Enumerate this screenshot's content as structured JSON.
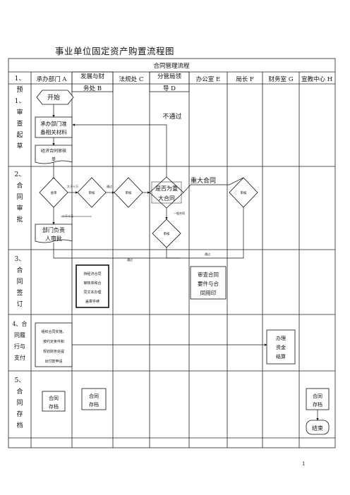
{
  "document": {
    "title": "事业单位固定资产购置流程图",
    "page_number": "1"
  },
  "table": {
    "header": "合同管理流程",
    "columns": [
      "承办部门 A",
      "发展与财务处 B",
      "法规处 C",
      "分管局领导 D",
      "办公室 E",
      "局长 F",
      "财务室 G",
      "宣教中心 H"
    ],
    "phases": [
      "1、预1、审查起草",
      "2、合同审批",
      "3、合同签订",
      "4、合同履行与支付",
      "5、合同存档"
    ]
  },
  "nodes": {
    "start": "开始",
    "prepare": "承办部门准备相关材料",
    "form": "经济合同审核单",
    "d_a": "会审",
    "d_b": "审核",
    "d_c": "审核",
    "d_major": "是否为重大合同",
    "d_f": "审核",
    "d_low": "审核",
    "head_review": "部门负责人审批",
    "sign_b": "持经济合同审核单和合同文本办理盖章手续",
    "sign_e": "审查合同要件与合同用印",
    "perform_a": "组织合同实施，按约定条件和规划财务处提出付款申请",
    "pay_g": "办理资金结算",
    "arch_a": "合同存档",
    "arch_b": "合同存档",
    "arch_h": "合同存档",
    "end": "结束"
  },
  "edges": {
    "not_pass": "不通过",
    "major": "重大合同",
    "general": "一般合同",
    "gt10": "大于十万",
    "lt10": "小于十万",
    "pass_b": "通过",
    "pass1": "通过",
    "pass2": "通过"
  }
}
